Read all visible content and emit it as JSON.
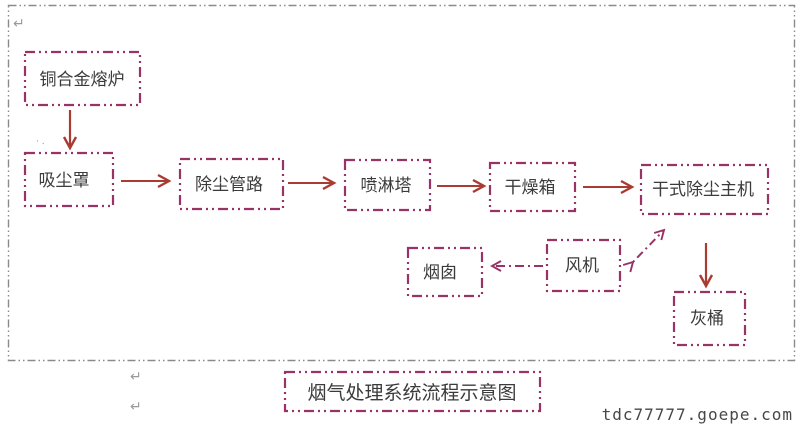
{
  "diagram": {
    "title": "烟气处理系统流程示意图",
    "watermark": "tdc77777.goepe.com",
    "nodes": {
      "furnace": "铜合金熔炉",
      "hood": "吸尘罩",
      "pipeline": "除尘管路",
      "spray_tower": "喷淋塔",
      "dryer": "干燥箱",
      "main_machine": "干式除尘主机",
      "chimney": "烟囱",
      "fan": "风机",
      "ash_bucket": "灰桶"
    },
    "marks": {
      "return_symbol": "↵",
      "dots": "· ."
    },
    "colors": {
      "box_border": "#993366",
      "arrow": "#a93b32",
      "dashed_arrow": "#993366",
      "outer_border": "#8a8a8a"
    }
  }
}
